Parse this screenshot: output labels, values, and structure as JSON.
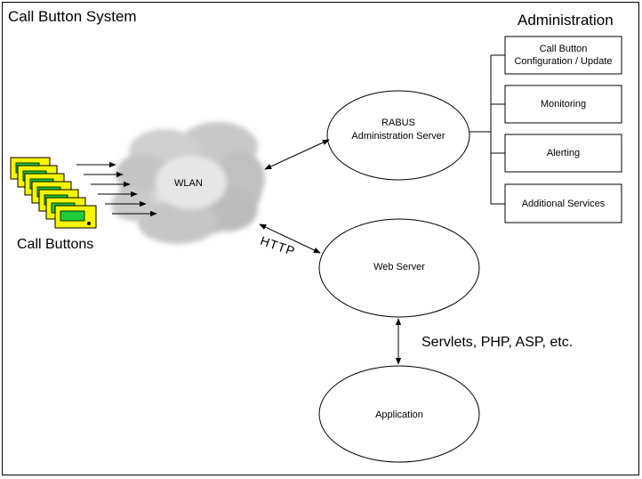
{
  "title": "Call Button System",
  "administration": {
    "heading": "Administration",
    "items": [
      {
        "line1": "Call Button",
        "line2": "Configuration / Update"
      },
      {
        "line1": "Monitoring",
        "line2": ""
      },
      {
        "line1": "Alerting",
        "line2": ""
      },
      {
        "line1": "Additional Services",
        "line2": ""
      }
    ]
  },
  "nodes": {
    "rabus": {
      "line1": "RABUS",
      "line2": "Administration Server"
    },
    "web_server": "Web Server",
    "application": "Application",
    "wlan": "WLAN"
  },
  "labels": {
    "call_buttons": "Call Buttons",
    "http": "HTTP",
    "servlets": "Servlets, PHP, ASP, etc."
  },
  "colors": {
    "device_body": "#f5f500",
    "device_screen": "#1ccc3c",
    "cloud": "#bdbdbd",
    "line": "#000000"
  }
}
